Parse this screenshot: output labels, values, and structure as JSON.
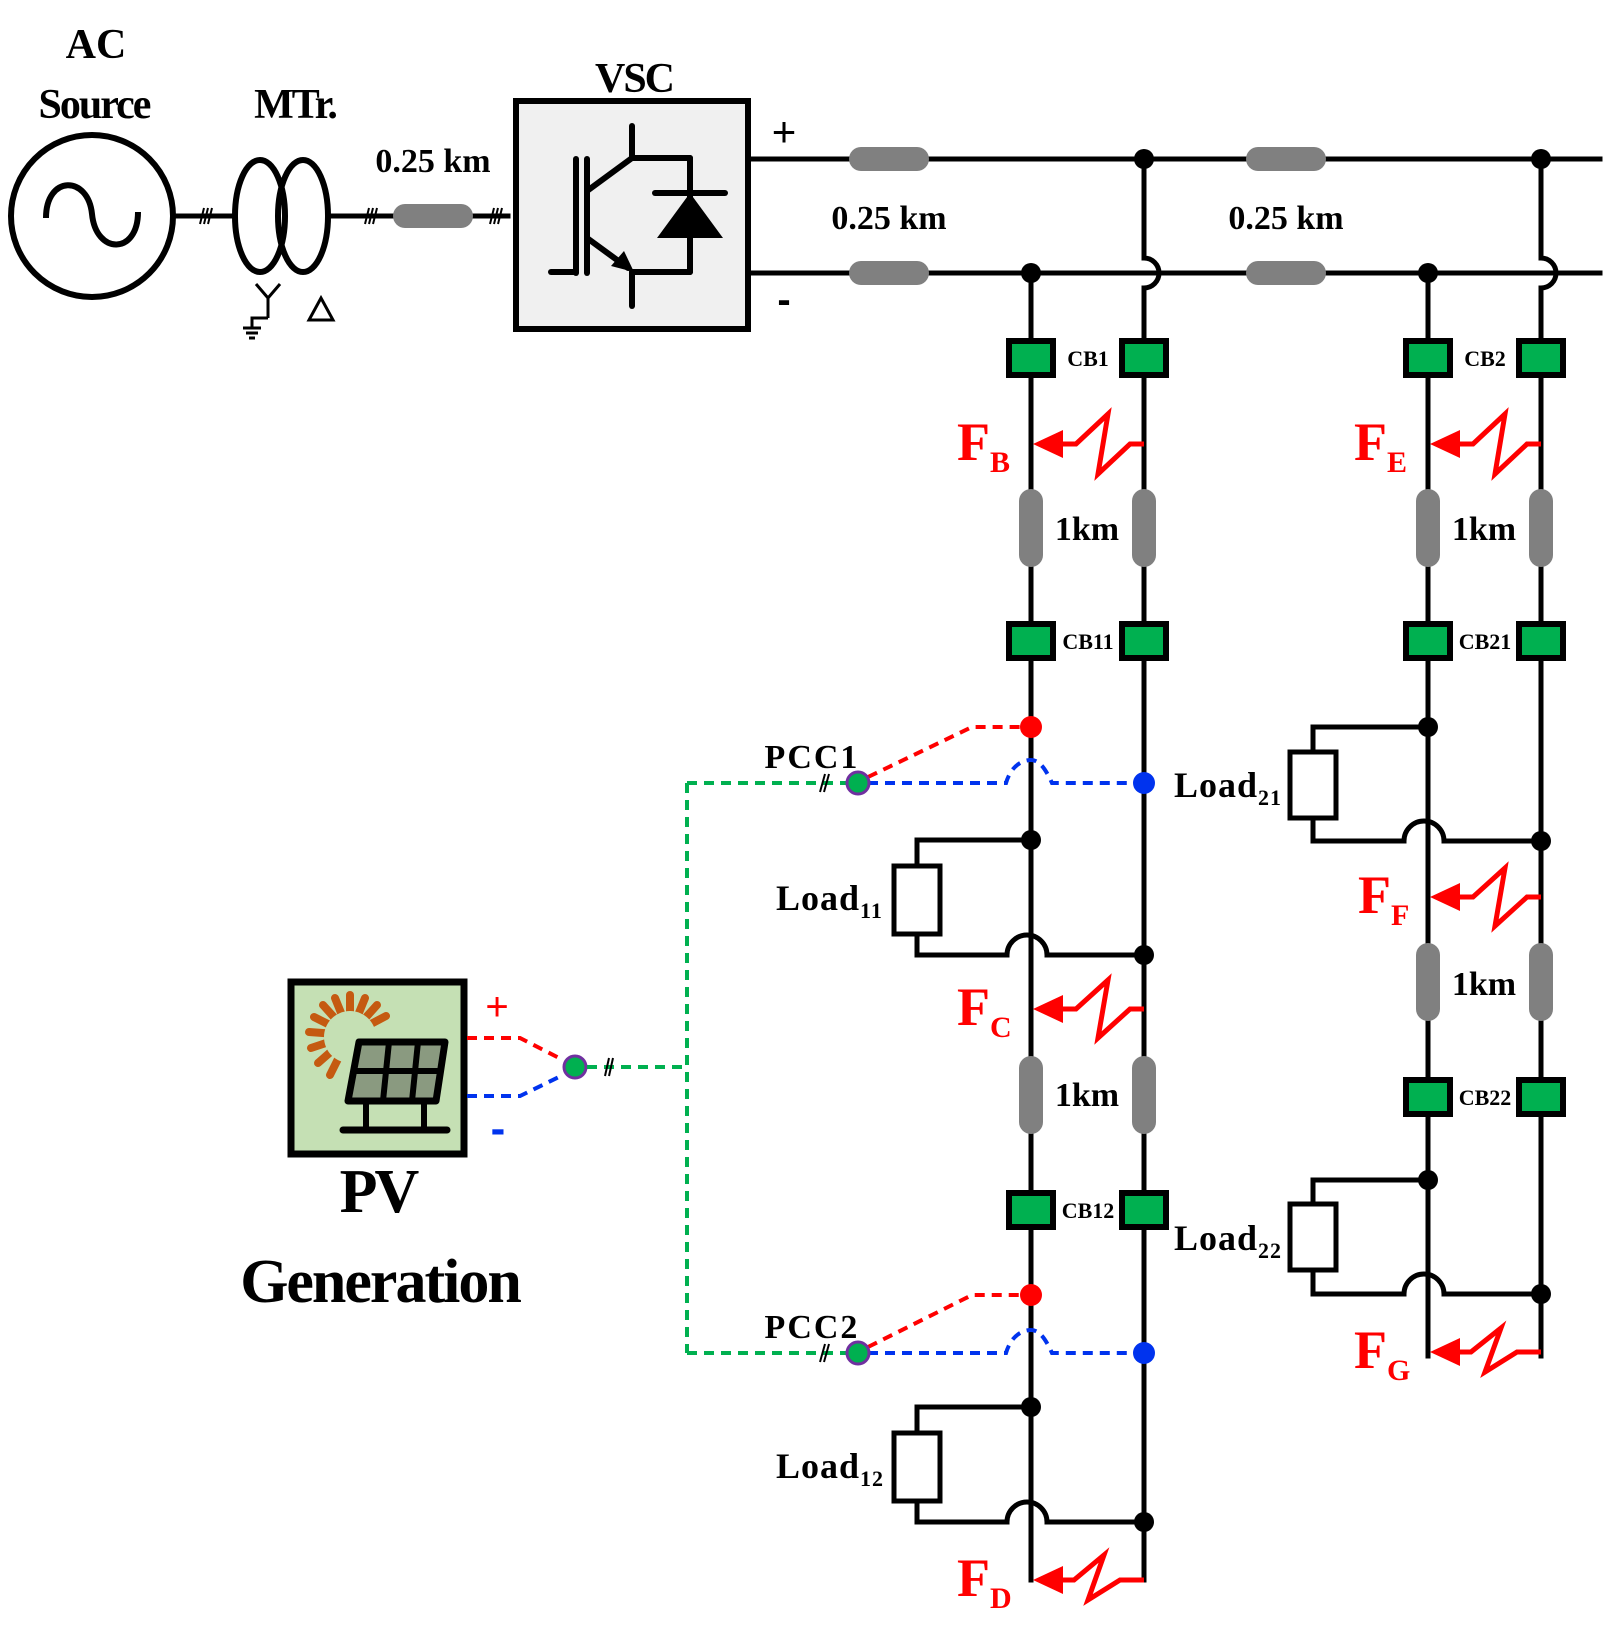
{
  "diagram": {
    "title": "DC microgrid single-line diagram with PV generation and fault locations",
    "ac_source": {
      "line1": "AC",
      "line2": "Source",
      "icon": "ac-sine-icon"
    },
    "transformer": {
      "label": "MTr.",
      "primary_winding": "Y (grounded)",
      "secondary_winding": "Δ"
    },
    "ac_line": {
      "length": "0.25 km"
    },
    "converter": {
      "label": "VSC",
      "icon": "igbt-diode-icon"
    },
    "dc_polarity": {
      "plus": "+",
      "minus": "-"
    },
    "main_bus_segments": [
      {
        "length": "0.25 km"
      },
      {
        "length": "0.25 km"
      }
    ],
    "feeder1": {
      "breakers": [
        "CB1",
        "CB11",
        "CB12"
      ],
      "line_lengths": [
        "1km",
        "1km"
      ],
      "loads": [
        {
          "base": "Load",
          "sub": "11"
        },
        {
          "base": "Load",
          "sub": "12"
        }
      ],
      "faults": [
        {
          "base": "F",
          "sub": "B"
        },
        {
          "base": "F",
          "sub": "C"
        },
        {
          "base": "F",
          "sub": "D"
        }
      ],
      "pcc": [
        "PCC1",
        "PCC2"
      ]
    },
    "feeder2": {
      "breakers": [
        "CB2",
        "CB21",
        "CB22"
      ],
      "line_lengths": [
        "1km",
        "1km"
      ],
      "loads": [
        {
          "base": "Load",
          "sub": "21"
        },
        {
          "base": "Load",
          "sub": "22"
        }
      ],
      "faults": [
        {
          "base": "F",
          "sub": "E"
        },
        {
          "base": "F",
          "sub": "F"
        },
        {
          "base": "F",
          "sub": "G"
        }
      ]
    },
    "pv": {
      "line1": "PV",
      "line2": "Generation",
      "plus": "+",
      "minus": "-",
      "icon": "solar-panel-icon"
    },
    "colors": {
      "breaker": "#00b050",
      "fault": "#ff0000",
      "line_segment": "#808080",
      "pv_link": "#00b050",
      "positive_link": "#ff0000",
      "negative_link": "#0033ee",
      "vsc_fill": "#f0f0f0",
      "pv_fill": "#c5e0b4",
      "sun": "#c55a11"
    }
  }
}
